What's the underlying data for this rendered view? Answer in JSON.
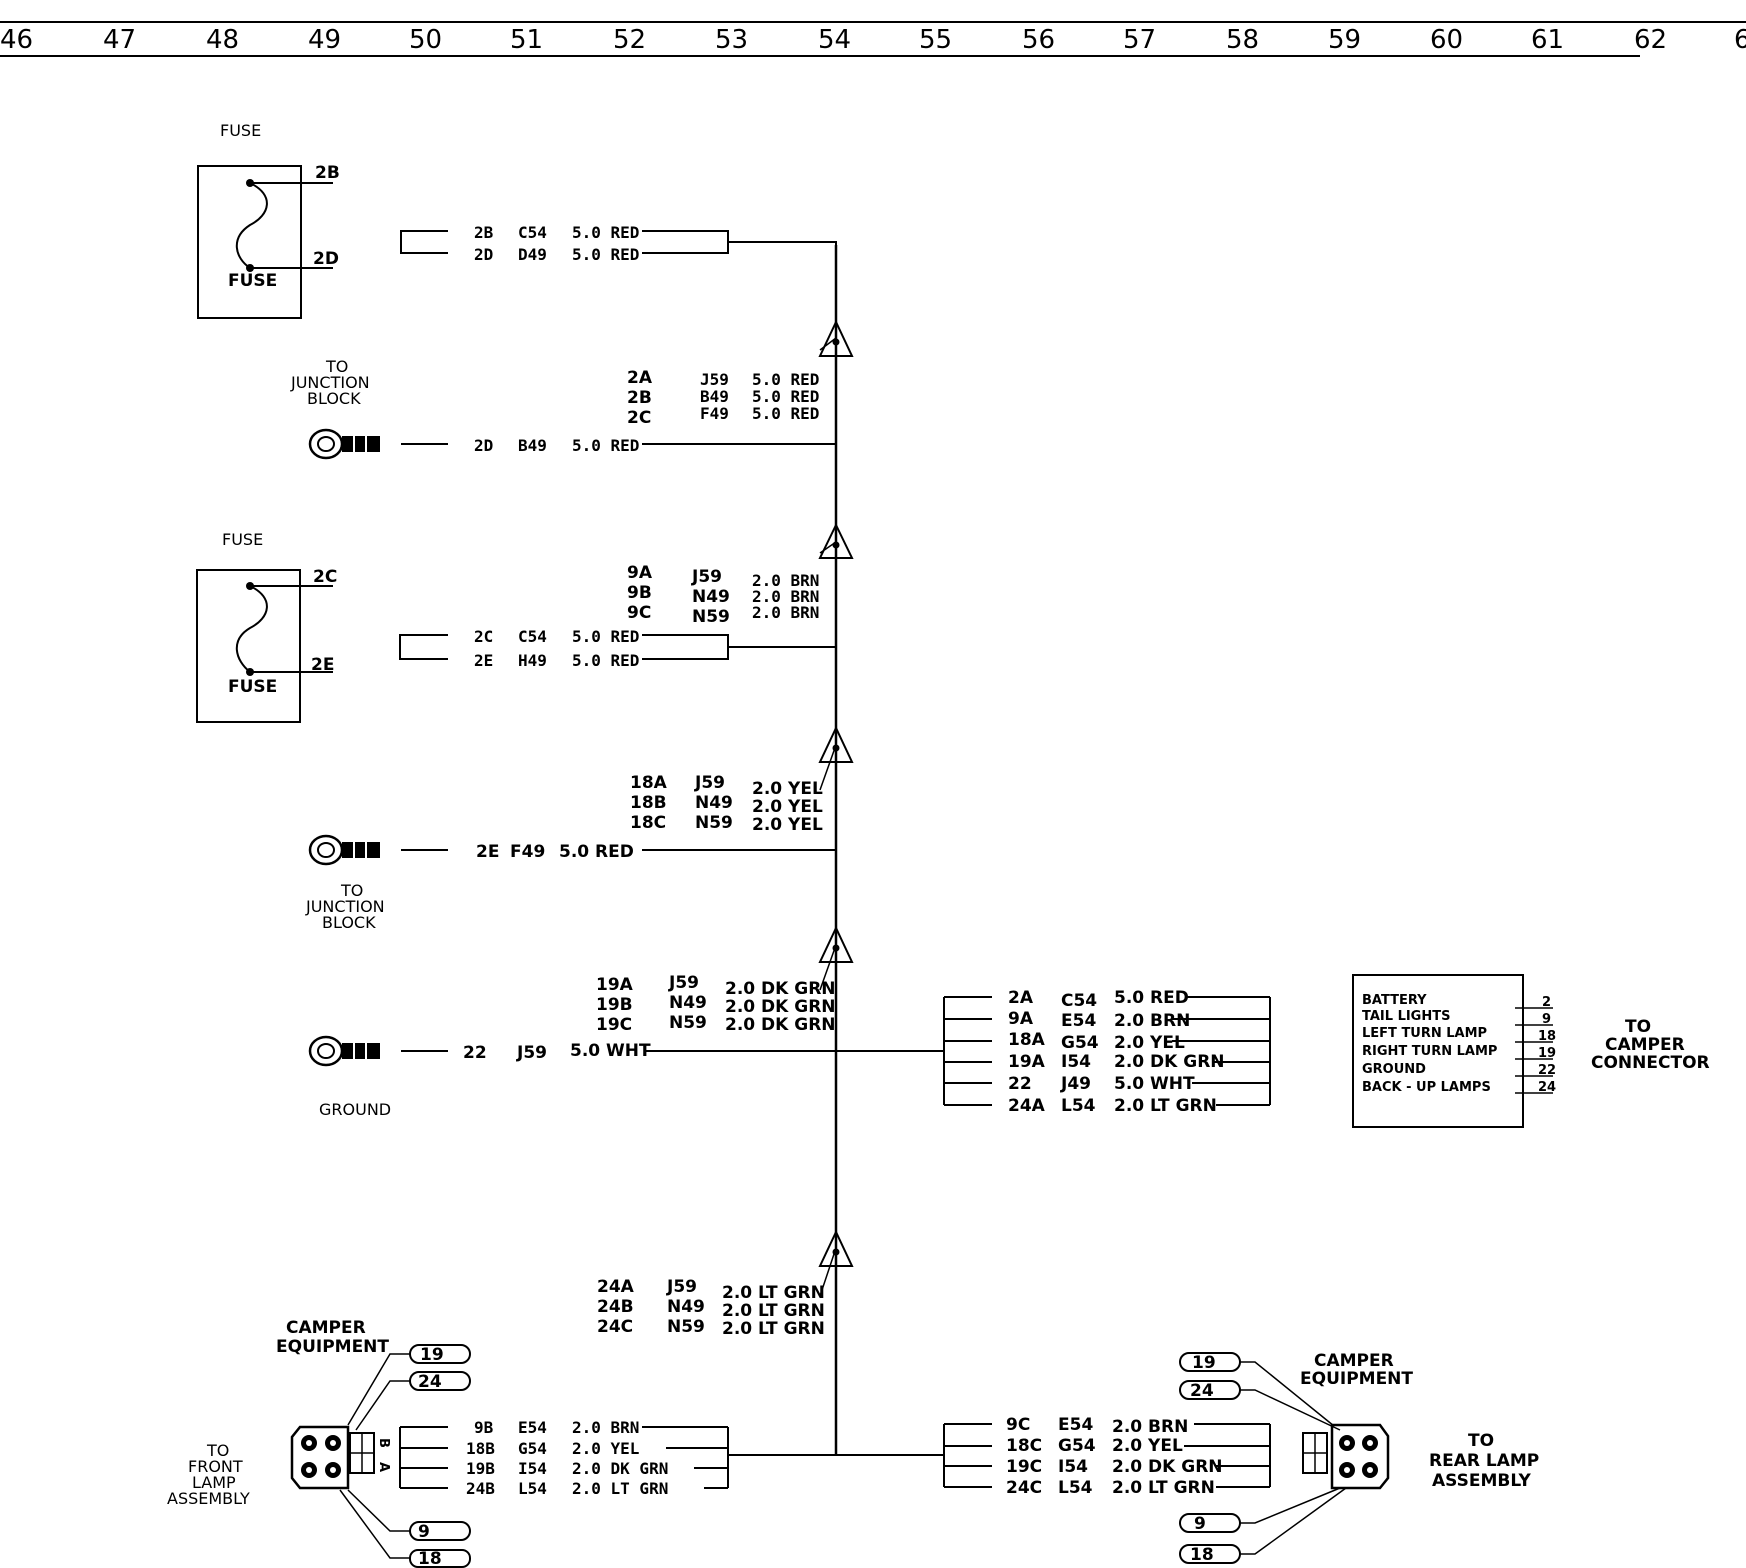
{
  "ruler": [
    "46",
    "47",
    "48",
    "49",
    "50",
    "51",
    "52",
    "53",
    "54",
    "55",
    "56",
    "57",
    "58",
    "59",
    "60",
    "61",
    "62",
    "6"
  ],
  "fuse1": {
    "title": "FUSE",
    "label": "FUSE",
    "top_term": "2B",
    "bottom_term": "2D"
  },
  "fuse2": {
    "title": "FUSE",
    "label": "FUSE",
    "top_term": "2C",
    "bottom_term": "2E"
  },
  "jb1": {
    "label_lines": [
      "TO",
      "JUNCTION",
      "BLOCK"
    ]
  },
  "jb2": {
    "label_lines": [
      "TO",
      "JUNCTION",
      "BLOCK"
    ]
  },
  "ground": {
    "label": "GROUND"
  },
  "wires_fuse1": [
    {
      "circuit": "2B",
      "code": "C54",
      "spec": "5.0 RED"
    },
    {
      "circuit": "2D",
      "code": "D49",
      "spec": "5.0 RED"
    }
  ],
  "splice_2": {
    "circuits": [
      "2A",
      "2B",
      "2C"
    ],
    "codes": [
      "J59",
      "B49",
      "F49"
    ],
    "specs": [
      "5.0 RED",
      "5.0 RED",
      "5.0 RED"
    ]
  },
  "wire_jb1": {
    "circuit": "2D",
    "code": "B49",
    "spec": "5.0 RED"
  },
  "splice_9": {
    "circuits": [
      "9A",
      "9B",
      "9C"
    ],
    "codes": [
      "J59",
      "N49",
      "N59"
    ],
    "specs": [
      "2.0 BRN",
      "2.0 BRN",
      "2.0 BRN"
    ]
  },
  "wires_fuse2": [
    {
      "circuit": "2C",
      "code": "C54",
      "spec": "5.0 RED"
    },
    {
      "circuit": "2E",
      "code": "H49",
      "spec": "5.0 RED"
    }
  ],
  "splice_18": {
    "circuits": [
      "18A",
      "18B",
      "18C"
    ],
    "codes": [
      "J59",
      "N49",
      "N59"
    ],
    "specs": [
      "2.0 YEL",
      "2.0 YEL",
      "2.0 YEL"
    ]
  },
  "wire_jb2": {
    "circuit": "2E",
    "code": "F49",
    "spec": "5.0 RED"
  },
  "splice_19": {
    "circuits": [
      "19A",
      "19B",
      "19C"
    ],
    "codes": [
      "J59",
      "N49",
      "N59"
    ],
    "specs": [
      "2.0 DK GRN",
      "2.0 DK GRN",
      "2.0 DK GRN"
    ]
  },
  "wire_ground": {
    "circuit": "22",
    "code": "J59",
    "spec": "5.0 WHT"
  },
  "camper_wires": [
    {
      "circuit": "2A",
      "code": "C54",
      "spec": "5.0 RED"
    },
    {
      "circuit": "9A",
      "code": "E54",
      "spec": "2.0 BRN"
    },
    {
      "circuit": "18A",
      "code": "G54",
      "spec": "2.0 YEL"
    },
    {
      "circuit": "19A",
      "code": "I54",
      "spec": "2.0 DK GRN"
    },
    {
      "circuit": "22",
      "code": "J49",
      "spec": "5.0 WHT"
    },
    {
      "circuit": "24A",
      "code": "L54",
      "spec": "2.0 LT GRN"
    }
  ],
  "camper_connector": {
    "pins": [
      {
        "name": "BATTERY",
        "pin": "2"
      },
      {
        "name": "TAIL LIGHTS",
        "pin": "9"
      },
      {
        "name": "LEFT TURN LAMP",
        "pin": "18"
      },
      {
        "name": "RIGHT TURN LAMP",
        "pin": "19"
      },
      {
        "name": "GROUND",
        "pin": "22"
      },
      {
        "name": "BACK - UP LAMPS",
        "pin": "24"
      }
    ],
    "label_lines": [
      "TO",
      "CAMPER",
      "CONNECTOR"
    ]
  },
  "splice_24": {
    "circuits": [
      "24A",
      "24B",
      "24C"
    ],
    "codes": [
      "J59",
      "N49",
      "N59"
    ],
    "specs": [
      "2.0 LT GRN",
      "2.0 LT GRN",
      "2.0 LT GRN"
    ]
  },
  "front_lamp": {
    "equip_lines": [
      "CAMPER",
      "EQUIPMENT"
    ],
    "label_lines": [
      "TO",
      "FRONT",
      "LAMP",
      "ASSEMBLY"
    ],
    "pin_tags": [
      "19",
      "24",
      "9",
      "18"
    ],
    "side_letters": [
      "B",
      "A"
    ],
    "wires": [
      {
        "circuit": "9B",
        "code": "E54",
        "spec": "2.0 BRN"
      },
      {
        "circuit": "18B",
        "code": "G54",
        "spec": "2.0 YEL"
      },
      {
        "circuit": "19B",
        "code": "I54",
        "spec": "2.0 DK GRN"
      },
      {
        "circuit": "24B",
        "code": "L54",
        "spec": "2.0 LT GRN"
      }
    ]
  },
  "rear_lamp": {
    "equip_lines": [
      "CAMPER",
      "EQUIPMENT"
    ],
    "label_lines": [
      "TO",
      "REAR LAMP",
      "ASSEMBLY"
    ],
    "pin_tags": [
      "19",
      "24",
      "9",
      "18"
    ],
    "wires": [
      {
        "circuit": "9C",
        "code": "E54",
        "spec": "2.0 BRN"
      },
      {
        "circuit": "18C",
        "code": "G54",
        "spec": "2.0 YEL"
      },
      {
        "circuit": "19C",
        "code": "I54",
        "spec": "2.0 DK GRN"
      },
      {
        "circuit": "24C",
        "code": "L54",
        "spec": "2.0 LT GRN"
      }
    ]
  }
}
